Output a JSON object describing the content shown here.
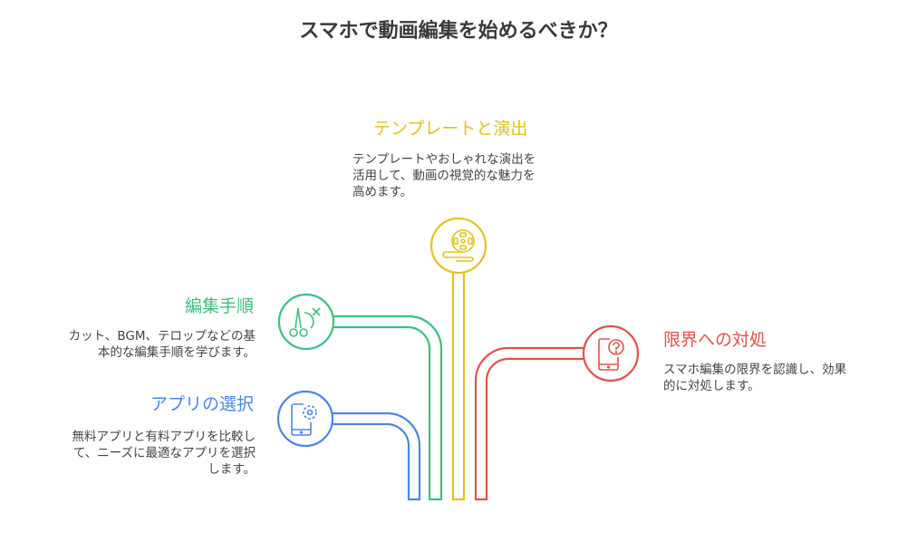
{
  "title": "スマホで動画編集を始めるべきか？",
  "colors": {
    "yellow": "#E2C41C",
    "green": "#3DBF80",
    "blue": "#4A86E8",
    "red": "#E0524B"
  },
  "branches": {
    "template": {
      "heading": "テンプレートと演出",
      "lines": [
        "テンプレートやおしゃれな演出を",
        "活用して、動画の視覚的な魅力を",
        "高めます。"
      ],
      "icon": "film-reel-icon"
    },
    "steps": {
      "heading": "編集手順",
      "lines": [
        "カット、BGM、テロップなどの基",
        "本的な編集手順を学びます。"
      ],
      "icon": "scissors-cut-icon"
    },
    "app": {
      "heading": "アプリの選択",
      "lines": [
        "無料アプリと有料アプリを比較し",
        "て、ニーズに最適なアプリを選択",
        "します。"
      ],
      "icon": "phone-settings-icon"
    },
    "limits": {
      "heading": "限界への対処",
      "lines": [
        "スマホ編集の限界を認識し、効果",
        "的に対処します。"
      ],
      "icon": "phone-question-icon"
    }
  }
}
